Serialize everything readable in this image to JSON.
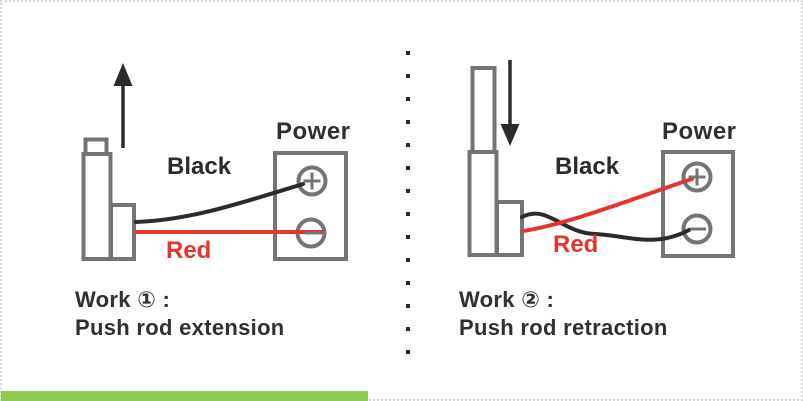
{
  "page": {
    "background": "#ffffff",
    "border_color": "#d6d6d6",
    "accent_bar_color": "#8ecb52",
    "divider_dot_color": "#2e2a2b"
  },
  "colors": {
    "outline_gray": "#737477",
    "wire_black": "#2e2a2b",
    "wire_red": "#e6342c",
    "text_dark": "#332f30"
  },
  "panels": [
    {
      "power_label": "Power",
      "black_wire_label": "Black",
      "red_wire_label": "Red",
      "work_title": "Work ① :",
      "work_description": "Push rod extension",
      "arrow_direction": "up",
      "terminal_top_symbol": "+",
      "terminal_bottom_symbol": "−",
      "black_wire_connects_to": "+",
      "red_wire_connects_to": "−"
    },
    {
      "power_label": "Power",
      "black_wire_label": "Black",
      "red_wire_label": "Red",
      "work_title": "Work ② :",
      "work_description": "Push rod retraction",
      "arrow_direction": "down",
      "terminal_top_symbol": "+",
      "terminal_bottom_symbol": "−",
      "black_wire_connects_to": "−",
      "red_wire_connects_to": "+"
    }
  ]
}
